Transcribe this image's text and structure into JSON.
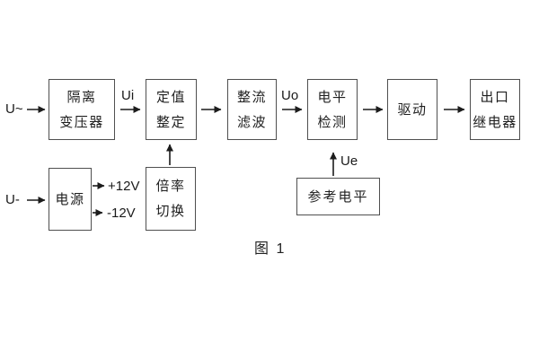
{
  "figure": {
    "caption": "图 1",
    "inputs": {
      "ac": "U~",
      "dc": "U-"
    },
    "signals": {
      "ui": "Ui",
      "uo": "Uo",
      "ue": "Ue",
      "plus_12v": "+12V",
      "minus_12v": "-12V"
    },
    "blocks": {
      "isolation_transformer": {
        "lines": [
          "隔离",
          "变压器"
        ]
      },
      "setting_adjust": {
        "lines": [
          "定值",
          "整定"
        ]
      },
      "rectify_filter": {
        "lines": [
          "整流",
          "滤波"
        ]
      },
      "level_detect": {
        "lines": [
          "电平",
          "检测"
        ]
      },
      "drive": {
        "lines": [
          "驱动"
        ]
      },
      "output_relay": {
        "lines": [
          "出口",
          "继电器"
        ]
      },
      "power_supply": {
        "lines": [
          "电源"
        ]
      },
      "ratio_switch": {
        "lines": [
          "倍率",
          "切换"
        ]
      },
      "reference_level": {
        "lines": [
          "参考电平"
        ]
      }
    },
    "colors": {
      "background": "#ffffff",
      "box_border": "#4f4f4f",
      "text": "#1f1f1f",
      "arrow": "#1c1c1c"
    }
  }
}
